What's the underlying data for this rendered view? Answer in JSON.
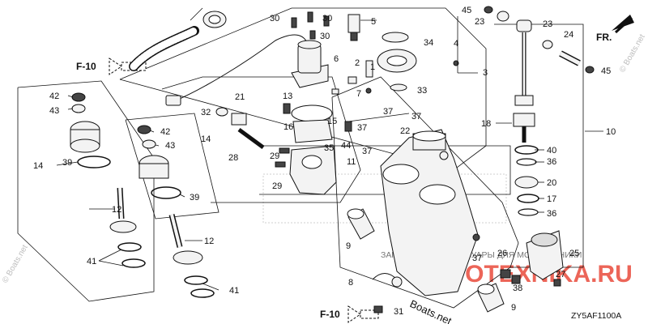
{
  "diagram": {
    "code": "ZY5AF1100A",
    "direction_label": "FR.",
    "figure_refs": {
      "top": "F-10",
      "bottom": "F-10"
    },
    "watermark_site": "© Boats.net",
    "watermark_shop": "ЗАПЧАСТИ И АКСЕССУАРЫ ДЛЯ МОТОТЕХНИКИ",
    "watermark_logo": "MOTOTEXNIKA.RU",
    "watermark_footer": "Boats.net"
  },
  "callouts": {
    "c1": "1",
    "c2": "2",
    "c3": "3",
    "c4": "4",
    "c5": "5",
    "c6": "6",
    "c7": "7",
    "c8": "8",
    "c9a": "9",
    "c9b": "9",
    "c10": "10",
    "c11": "11",
    "c12a": "12",
    "c12b": "12",
    "c13": "13",
    "c14a": "14",
    "c14b": "14",
    "c15": "15",
    "c16": "16",
    "c17": "17",
    "c18": "18",
    "c20": "20",
    "c21": "21",
    "c22": "22",
    "c23a": "23",
    "c23b": "23",
    "c24": "24",
    "c25": "25",
    "c26": "26",
    "c27": "27",
    "c28": "28",
    "c29a": "29",
    "c29b": "29",
    "c30a": "30",
    "c30b": "30",
    "c30c": "30",
    "c31": "31",
    "c32": "32",
    "c33": "33",
    "c34": "34",
    "c35": "35",
    "c36a": "36",
    "c36b": "36",
    "c37a": "37",
    "c37b": "37",
    "c37c": "37",
    "c37d": "37",
    "c37e": "37",
    "c38": "38",
    "c39a": "39",
    "c39b": "39",
    "c40": "40",
    "c41a": "41",
    "c41b": "41",
    "c42a": "42",
    "c42b": "42",
    "c43a": "43",
    "c43b": "43",
    "c44": "44",
    "c45a": "45",
    "c45b": "45"
  }
}
